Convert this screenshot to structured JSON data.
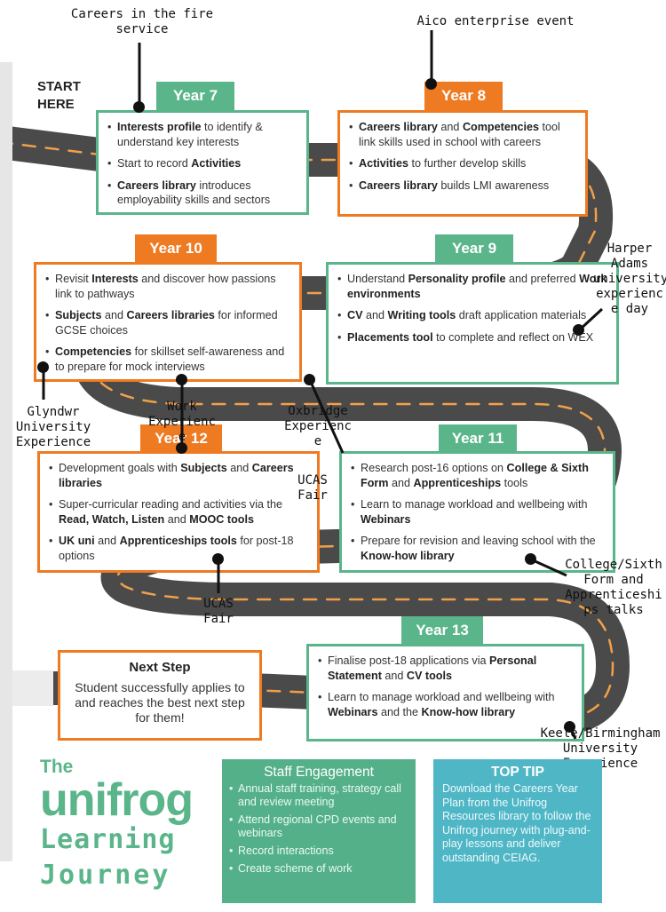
{
  "start_here": "START\nHERE",
  "years": {
    "y7": {
      "title": "Year 7",
      "items": [
        [
          {
            "b": "Interests profile"
          },
          {
            "t": " to identify & understand key interests"
          }
        ],
        [
          {
            "t": "Start to record "
          },
          {
            "b": "Activities"
          }
        ],
        [
          {
            "b": "Careers library"
          },
          {
            "t": " introduces employability skills and sectors"
          }
        ]
      ]
    },
    "y8": {
      "title": "Year 8",
      "items": [
        [
          {
            "b": "Careers library"
          },
          {
            "t": " and "
          },
          {
            "b": "Competencies"
          },
          {
            "t": " tool link skills used in school with careers"
          }
        ],
        [
          {
            "b": "Activities"
          },
          {
            "t": " to further develop skills"
          }
        ],
        [
          {
            "b": "Careers library"
          },
          {
            "t": " builds LMI awareness"
          }
        ]
      ]
    },
    "y9": {
      "title": "Year 9",
      "items": [
        [
          {
            "t": "Understand "
          },
          {
            "b": "Personality profile"
          },
          {
            "t": " and preferred "
          },
          {
            "b": "Work environments"
          }
        ],
        [
          {
            "b": "CV"
          },
          {
            "t": " and "
          },
          {
            "b": "Writing tools"
          },
          {
            "t": " draft application materials"
          }
        ],
        [
          {
            "b": "Placements tool"
          },
          {
            "t": " to complete and reflect on WEX"
          }
        ]
      ]
    },
    "y10": {
      "title": "Year 10",
      "items": [
        [
          {
            "t": "Revisit "
          },
          {
            "b": "Interests"
          },
          {
            "t": " and discover how passions link to pathways"
          }
        ],
        [
          {
            "b": "Subjects"
          },
          {
            "t": " and "
          },
          {
            "b": "Careers libraries"
          },
          {
            "t": " for informed GCSE choices"
          }
        ],
        [
          {
            "b": "Competencies"
          },
          {
            "t": " for skillset self-awareness and to prepare for mock interviews"
          }
        ]
      ]
    },
    "y11": {
      "title": "Year 11",
      "items": [
        [
          {
            "t": "Research post-16 options on "
          },
          {
            "b": "College & Sixth Form"
          },
          {
            "t": " and "
          },
          {
            "b": "Apprenticeships"
          },
          {
            "t": " tools"
          }
        ],
        [
          {
            "t": "Learn to manage workload and wellbeing with "
          },
          {
            "b": "Webinars"
          }
        ],
        [
          {
            "t": "Prepare for revision and leaving school with the "
          },
          {
            "b": "Know-how library"
          }
        ]
      ]
    },
    "y12": {
      "title": "Year 12",
      "items": [
        [
          {
            "t": "Development goals with "
          },
          {
            "b": "Subjects"
          },
          {
            "t": " and "
          },
          {
            "b": "Careers libraries"
          }
        ],
        [
          {
            "t": "Super-curricular reading and activities via the "
          },
          {
            "b": "Read, Watch, Listen"
          },
          {
            "t": " and "
          },
          {
            "b": "MOOC tools"
          }
        ],
        [
          {
            "b": "UK uni"
          },
          {
            "t": " and "
          },
          {
            "b": "Apprenticeships tools"
          },
          {
            "t": " for post-18 options"
          }
        ]
      ]
    },
    "y13": {
      "title": "Year 13",
      "items": [
        [
          {
            "t": "Finalise post-18 applications via "
          },
          {
            "b": "Personal Statement"
          },
          {
            "t": " and "
          },
          {
            "b": "CV tools"
          }
        ],
        [
          {
            "t": "Learn to manage workload and wellbeing with "
          },
          {
            "b": "Webinars"
          },
          {
            "t": " and the "
          },
          {
            "b": "Know-how library"
          }
        ]
      ]
    }
  },
  "next_step": {
    "title": "Next Step",
    "desc": "Student successfully applies to and reaches the best next step for them!"
  },
  "annotations": {
    "fire": "Careers in the fire\nservice",
    "aico": "Aico enterprise event",
    "harper": "Harper\nAdams\nuniversity\nexperienc\ne day",
    "glyndwr": "Glyndwr\nUniversity\nExperience",
    "work": "Work\nExperienc\ne",
    "oxbridge": "Oxbridge\nExperienc\ne",
    "ucas1": "UCAS\nFair",
    "ucas2": "UCAS\nFair",
    "college": "College/Sixth\nForm and\nApprenticeshi\nps talks",
    "keele": "Keele/Birmingham\nUniversity\nExperience"
  },
  "brand": {
    "line1": "The",
    "line2": "unifrog",
    "line3": "Learning",
    "line4": "Journey"
  },
  "staff": {
    "title": "Staff Engagement",
    "items": [
      "Annual staff training, strategy call and review meeting",
      "Attend regional CPD events and webinars",
      "Record interactions",
      "Create scheme of work"
    ]
  },
  "tip": {
    "title": "TOP TIP",
    "desc": "Download the Careers Year Plan from the Unifrog Resources library to follow the Unifrog journey with plug-and-play lessons and deliver outstanding CEIAG."
  },
  "colors": {
    "green": "#5ab58a",
    "orange": "#ee7a22",
    "road": "#4a4a4a",
    "teal": "#4fb6c6"
  }
}
